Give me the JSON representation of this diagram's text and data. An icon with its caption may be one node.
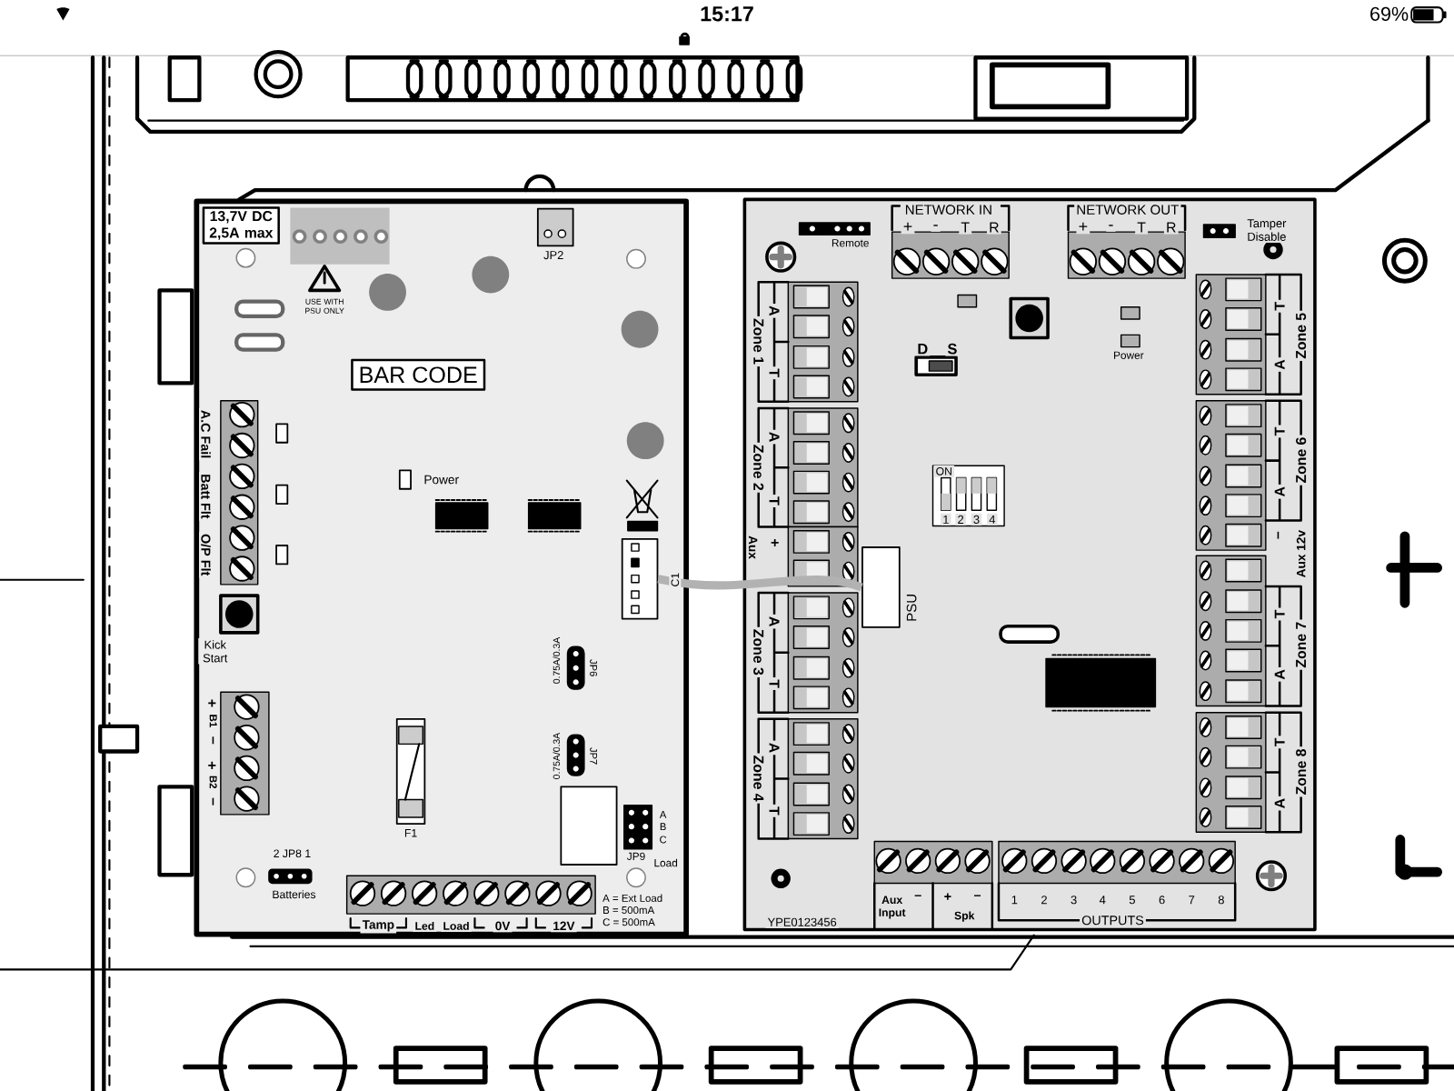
{
  "diagram": {
    "nodes": [
      {
        "text": [
          "13,7V DC 2,5A max"
        ]
      },
      {
        "text": [
          "BAR CODE"
        ]
      },
      {
        "text": [],
        "shape": "box"
      },
      {
        "text": [
          "PSU"
        ]
      }
    ],
    "edges": [
      {
        "from": 2,
        "to": 3,
        "arrow": "none"
      }
    ],
    "labels": [
      "15:17",
      "69%",
      "USE WITH PSU ONLY",
      "JP2",
      "A.C Fail",
      "Batt Flt",
      "O/P Flt",
      "Power",
      "Kick Start",
      "+",
      "B1",
      "–",
      "+",
      "B2",
      "–",
      "0.75A/0.3A",
      "JP6",
      "0.75A/0.3A",
      "JP7",
      "F1",
      "2 JP8 1",
      "Batteries",
      "A",
      "B",
      "C",
      "JP9",
      "Load",
      "A = Ext Load",
      "B = 500mA",
      "C = 500mA",
      "Tamp",
      "Led",
      "Load",
      "0V",
      "12V",
      "C1",
      "NETWORK IN",
      "+",
      "-",
      "T",
      "R",
      "NETWORK OUT",
      "+",
      "-",
      "T",
      "R",
      "Remote",
      "Tamper Disable",
      "D",
      "S",
      "Power",
      "ON",
      "1",
      "2",
      "3",
      "4",
      "A",
      "Zone 1",
      "T",
      "A",
      "Zone 2",
      "T",
      "Aux",
      "+",
      "A",
      "Zone 3",
      "T",
      "A",
      "Zone 4",
      "T",
      "T",
      "Zone 5",
      "A",
      "T",
      "Zone 6",
      "A",
      "–",
      "Aux 12v",
      "T",
      "Zone 7",
      "A",
      "T",
      "Zone 8",
      "A",
      "YPE0123456",
      "Aux Input",
      "–",
      "+",
      "–",
      "Spk",
      "1",
      "2",
      "3",
      "4",
      "5",
      "6",
      "7",
      "8",
      "OUTPUTS"
    ]
  }
}
